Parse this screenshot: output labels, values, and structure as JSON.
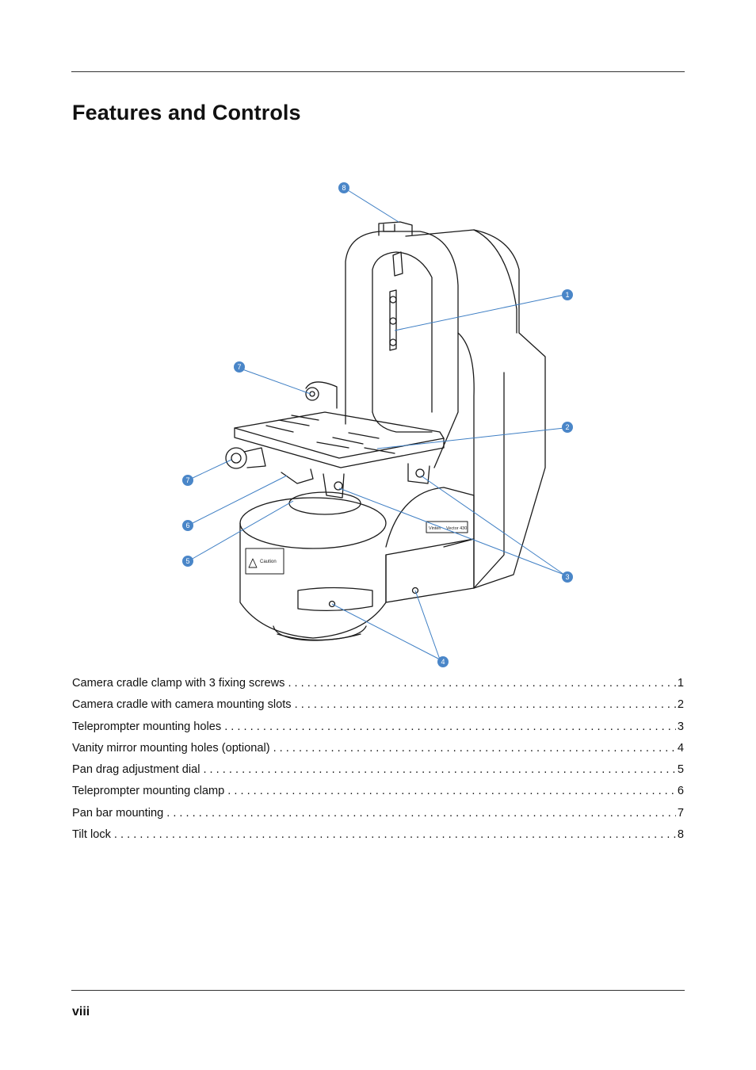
{
  "page": {
    "title": "Features and Controls",
    "page_number": "viii"
  },
  "figure": {
    "caution_label": "Caution",
    "brand_label": "Vinten",
    "model_label": "Vector 430",
    "callouts": [
      "8",
      "1",
      "7",
      "2",
      "7",
      "6",
      "5",
      "3",
      "4"
    ]
  },
  "features": [
    {
      "label": "Camera cradle clamp with 3 fixing screws",
      "number": "1"
    },
    {
      "label": "Camera cradle with camera mounting slots",
      "number": "2"
    },
    {
      "label": "Teleprompter mounting holes",
      "number": "3"
    },
    {
      "label": "Vanity mirror mounting holes (optional)",
      "number": "4"
    },
    {
      "label": "Pan drag adjustment dial",
      "number": "5"
    },
    {
      "label": "Teleprompter mounting clamp",
      "number": "6"
    },
    {
      "label": "Pan bar mounting",
      "number": "7"
    },
    {
      "label": "Tilt lock",
      "number": "8"
    }
  ],
  "colors": {
    "callout": "#4a86c8",
    "leader": "#3f7fc4",
    "line_art": "#1a1a1a"
  }
}
